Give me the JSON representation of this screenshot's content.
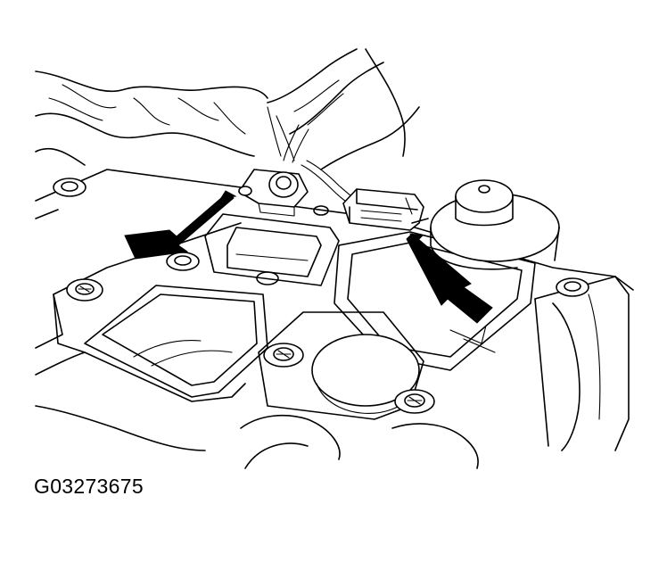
{
  "figure": {
    "caption_id": "G03273675",
    "icons": [
      "callout-arrow-left",
      "callout-arrow-right",
      "electrical-connector",
      "wire-harness"
    ],
    "colors": {
      "line": "#000000",
      "background": "#ffffff"
    }
  }
}
